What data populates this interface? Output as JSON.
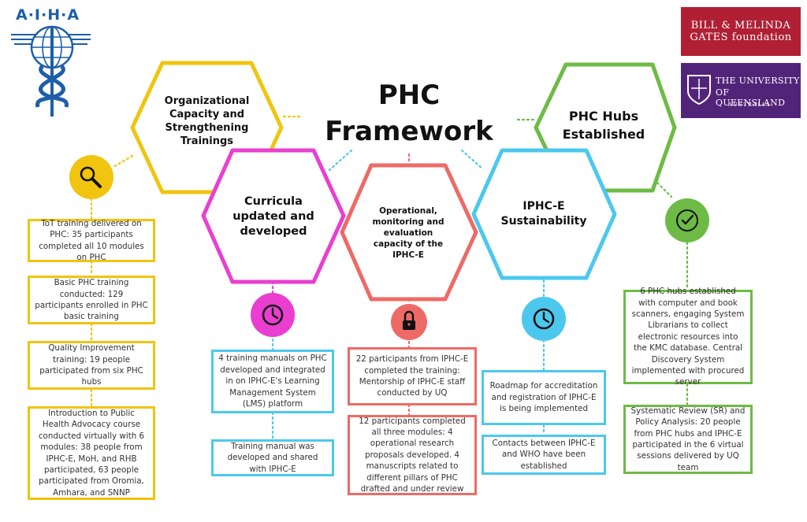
{
  "logos": {
    "aiha": "A·I·H·A",
    "gates_line1": "BILL & MELINDA",
    "gates_line2": "GATES foundation",
    "uq_line1": "THE UNIVERSITY",
    "uq_line2": "OF QUEENSLAND",
    "uq_line3": "AUSTRALIA"
  },
  "title": "PHC Framework",
  "icons": {
    "org": "magnifier-icon",
    "curricula": "clock-icon",
    "me": "lock-icon",
    "sustain": "clock-icon",
    "hubs": "checkmark-icon"
  },
  "colors": {
    "yellow": "#f1c40f",
    "magenta": "#ea3ed1",
    "red": "#ee6a66",
    "blue": "#4cc8ee",
    "green": "#6dbb45"
  },
  "hexagons": {
    "org": "Organizational Capacity and Strengthening Trainings",
    "curricula": "Curricula updated and developed",
    "me": "Operational, monitoring and evaluation capacity of the IPHC-E",
    "sustain": "IPHC-E Sustainability",
    "hubs": "PHC Hubs Established"
  },
  "org_boxes": [
    "ToT training delivered on PHC: 35 participants completed all 10 modules on PHC",
    "Basic PHC training conducted: 129 participants enrolled in PHC basic training",
    "Quality Improvement training: 19 people participated from six PHC hubs",
    "Introduction to Public Health Advocacy course conducted virtually with 6 modules: 38 people from IPHC-E, MoH, and RHB participated, 63 people participated from Oromia, Amhara, and SNNP"
  ],
  "curricula_boxes": [
    "4 training manuals on PHC developed and integrated in on IPHC-E's Learning Management System (LMS) platform",
    "Training manual was developed and shared with IPHC-E"
  ],
  "me_boxes": [
    "22 participants from IPHC-E completed the training: Mentorship of IPHC-E staff conducted by UQ",
    "12 participants completed all three modules: 4 operational research proposals developed. 4 manuscripts related to different pillars of PHC drafted and under review"
  ],
  "sustain_boxes": [
    "Roadmap for accreditation and registration of IPHC-E is being implemented",
    "Contacts between IPHC-E and WHO have been established"
  ],
  "hubs_boxes": [
    "6 PHC hubs established with computer and book scanners, engaging System Librarians to collect electronic resources into the KMC database. Central Discovery System implemented with procured server",
    "Systematic Review (SR) and Policy Analysis: 20 people from PHC hubs and IPHC-E participated in the 6 virtual sessions delivered by UQ team"
  ]
}
